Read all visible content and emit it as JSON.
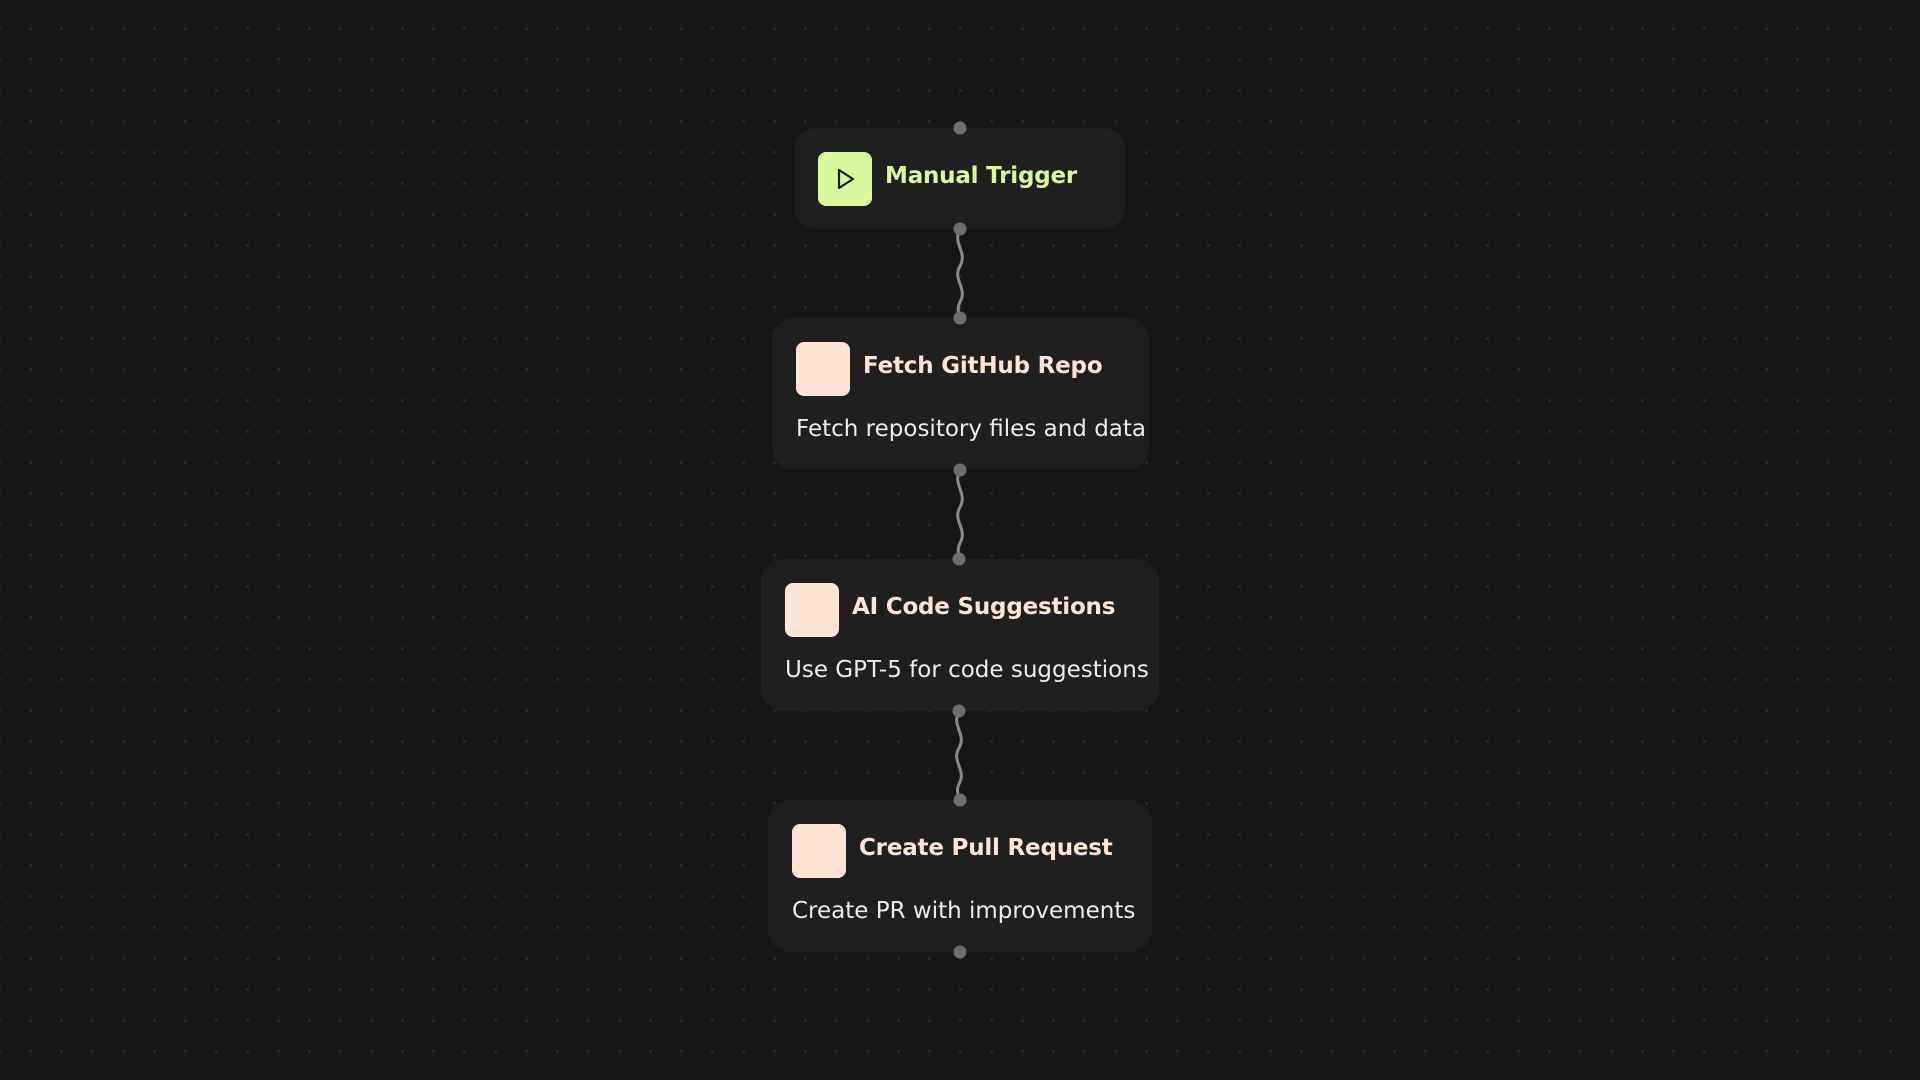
{
  "colors": {
    "background": "#161616",
    "grid_dot": "#2c2c2c",
    "node_bg": "#1f1f1f",
    "trigger_icon_bg": "#d9f99d",
    "trigger_title": "#d9f99d",
    "action_icon_bg": "#ffe4d6",
    "action_title": "#ffe4d6",
    "description_text": "#ececec",
    "edge": "#8a8a8a",
    "handle": "#6e6e6e"
  },
  "nodes": [
    {
      "id": "manual-trigger",
      "type": "trigger",
      "icon": "play-icon",
      "title": "Manual Trigger",
      "description": ""
    },
    {
      "id": "fetch-github-repo",
      "type": "action",
      "icon": "blank-icon",
      "title": "Fetch GitHub Repo",
      "description": "Fetch repository files and data"
    },
    {
      "id": "ai-code-suggestions",
      "type": "action",
      "icon": "blank-icon",
      "title": "AI Code Suggestions",
      "description": "Use GPT-5 for code suggestions"
    },
    {
      "id": "create-pull-request",
      "type": "action",
      "icon": "blank-icon",
      "title": "Create Pull Request",
      "description": "Create PR with improvements"
    }
  ],
  "edges": [
    {
      "from": "manual-trigger",
      "to": "fetch-github-repo"
    },
    {
      "from": "fetch-github-repo",
      "to": "ai-code-suggestions"
    },
    {
      "from": "ai-code-suggestions",
      "to": "create-pull-request"
    }
  ]
}
